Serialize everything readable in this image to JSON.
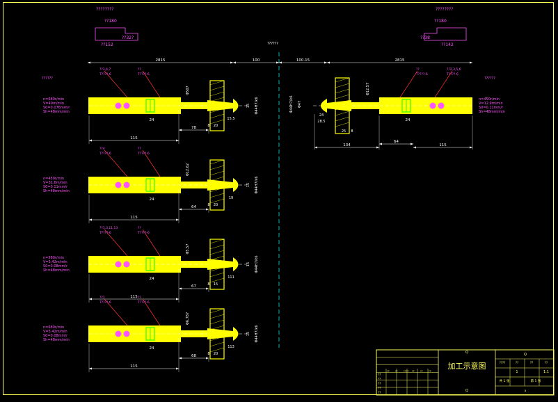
{
  "colors": {
    "background": "#000000",
    "part": "#ffff00",
    "dimension": "#ffffff",
    "leader": "#ff3333",
    "green": "#00ff00",
    "magenta": "#ff55ff",
    "centerline": "#00ffff",
    "title_block": "#ffff66"
  },
  "labels": {
    "left_top_note": "????????",
    "left_box_top": "??180",
    "left_box_right": "??32?",
    "left_box_bottom": "??152",
    "right_top_note": "????????",
    "right_box_top": "??180",
    "right_box_left": "??38",
    "right_box_bottom": "??142",
    "center_title": "??????",
    "left_spindle_note": "??????",
    "right_spindle_note": "??????"
  },
  "rows": [
    {
      "tool_label": "??3,4,7",
      "tool_code": "T????-6",
      "holder_label": "??",
      "holder_code": "T????-6",
      "params": [
        "n=680r/min",
        "V=40m/min",
        "S0=0.076mm/r",
        "Sh=48mm/min"
      ],
      "dims": [
        "115",
        "78"
      ],
      "top_dim": "2815",
      "small_dim": "24",
      "dia": "Φ507",
      "dims_right": [
        "8",
        "20",
        "15.5",
        "15",
        "Φ44H7/k6",
        "15"
      ]
    },
    {
      "tool_label": "??4",
      "tool_code": "T????-6",
      "holder_label": "??",
      "holder_code": "T????-6",
      "params": [
        "n=450r/min",
        "V=31.6m/min",
        "S0=0.11mm/r",
        "Sh=48mm/min"
      ],
      "dims": [
        "115",
        "64"
      ],
      "top_dim": "",
      "small_dim": "24",
      "dia": "Φ12.62",
      "dims_right": [
        "8",
        "20",
        "19",
        "Φ44H7/k6",
        "15"
      ]
    },
    {
      "tool_label": "??1,3,11,13",
      "tool_code": "T????-6",
      "holder_label": "??",
      "holder_code": "T????-6",
      "params": [
        "n=580r/min",
        "V=5.42m/min",
        "S0=0.08mm/r",
        "Sh=48mm/min"
      ],
      "dims": [
        "115",
        "67"
      ],
      "top_dim": "",
      "small_dim": "24",
      "dia": "Φ5.57",
      "dims_right": [
        "8",
        "15",
        "111",
        "Φ44H7/k6",
        "15"
      ]
    },
    {
      "tool_label": "??1",
      "tool_code": "T????-6",
      "holder_label": "??",
      "holder_code": "T????-6",
      "params": [
        "n=680r/min",
        "V=5.42m/min",
        "S0=0.08mm/r",
        "Sh=48mm/min"
      ],
      "dims": [
        "115",
        "68"
      ],
      "top_dim": "",
      "small_dim": "24",
      "dia": "Φ6.787",
      "dims_right": [
        "8",
        "20",
        "113",
        "Φ44H7/k6",
        "15"
      ]
    }
  ],
  "right_assembly": {
    "tool_label": "??2,3,5,6",
    "tool_code": "T????-6",
    "holder_label": "??",
    "holder_code": "T????-6",
    "params": [
      "n=450r/min",
      "V=12.9m/min",
      "S0=0.11mm/r",
      "Sh=48mm/min"
    ],
    "top_dims": [
      "100.15",
      "2815"
    ],
    "middle_dim": "100",
    "dims_bottom": [
      "134",
      "64",
      "115"
    ],
    "small_dim": "24",
    "dia": "Φ12.57",
    "dims_left": [
      "Φ44H7/k6",
      "Φ47",
      "24",
      "28.5",
      "25",
      "8"
    ]
  },
  "title_block": {
    "drawing_title": "加工示意图",
    "top_mark": "Q",
    "bottom_mark": "Q",
    "small_mark": "a",
    "right_head": [
      "????",
      "??",
      "??",
      "??"
    ],
    "right_values": [
      "",
      "1",
      "",
      "1:1"
    ],
    "sheet_info": [
      "共 1 张",
      "第 1 张"
    ],
    "left_rows": [
      "??",
      "??",
      "??",
      "??",
      "??"
    ],
    "sign_head": [
      "??",
      "??",
      "????",
      "??",
      "??",
      "??"
    ]
  }
}
